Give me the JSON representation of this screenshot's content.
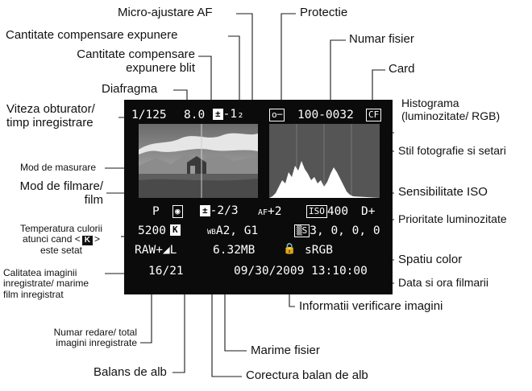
{
  "labels": {
    "micro_ajustare": "Micro-ajustare AF",
    "protectie": "Protectie",
    "cant_comp_exp": "Cantitate compensare expunere",
    "numar_fisier": "Numar fisier",
    "cant_comp_blit_1": "Cantitate compensare",
    "cant_comp_blit_2": "expunere blit",
    "card": "Card",
    "diafragma": "Diafragma",
    "histograma_1": "Histograma",
    "histograma_2": "(luminozitate/ RGB)",
    "viteza_1": "Viteza obturator/",
    "viteza_2": "timp inregistrare",
    "stil_foto": "Stil fotografie si setari",
    "mod_masurare": "Mod de masurare",
    "mod_filmare_1": "Mod de filmare/",
    "mod_filmare_2": "film",
    "sensibilitate_iso": "Sensibilitate ISO",
    "prioritate_lum": "Prioritate luminozitate",
    "temp_culorii_1": "Temperatura culorii",
    "temp_culorii_2a": "atunci cand <",
    "temp_culorii_2b": ">",
    "temp_culorii_3": "este setat",
    "spatiu_color": "Spatiu color",
    "calitatea_1": "Calitatea imaginii",
    "calitatea_2": "inregistrate/ marime",
    "calitatea_3": "film inregistrat",
    "data_ora": "Data si ora filmarii",
    "info_verificare": "Informatii verificare imagini",
    "numar_redare_1": "Numar redare/ total",
    "numar_redare_2": "imagini inregistrate",
    "marime_fisier": "Marime fisier",
    "balans_alb": "Balans de alb",
    "corectura_balans": "Corectura balan de alb"
  },
  "screen": {
    "shutter": "1/125",
    "aperture": "8.0",
    "exp_comp_icon": "±",
    "exp_comp": "-1₂",
    "protect_icon": "o─",
    "file_number": "100-0032",
    "card_icon": "CF",
    "shooting_mode": "P",
    "metering_icon": "◉",
    "flash_comp_icon": "±",
    "flash_comp": "-2/3",
    "af_micro_icon": "AF",
    "af_micro": "+2",
    "iso_icon": "ISO",
    "iso": "400",
    "highlight_priority": "D+",
    "color_temp": "5200",
    "k_icon": "K",
    "wb_icon": "WB",
    "wb_correction": "A2, G1",
    "picture_style_icon": "▒S",
    "picture_style": "3, 0, 0, 0",
    "quality": "RAW+◢L",
    "file_size": "6.32MB",
    "lock_icon": "🔒",
    "color_space": "sRGB",
    "playback_count": "16/21",
    "date_time": "09/30/2009 13:10:00"
  },
  "colors": {
    "screen_bg": "#0b0b0b",
    "screen_text": "#ffffff",
    "label_text": "#111111",
    "leader_line": "#1a1a1a"
  }
}
